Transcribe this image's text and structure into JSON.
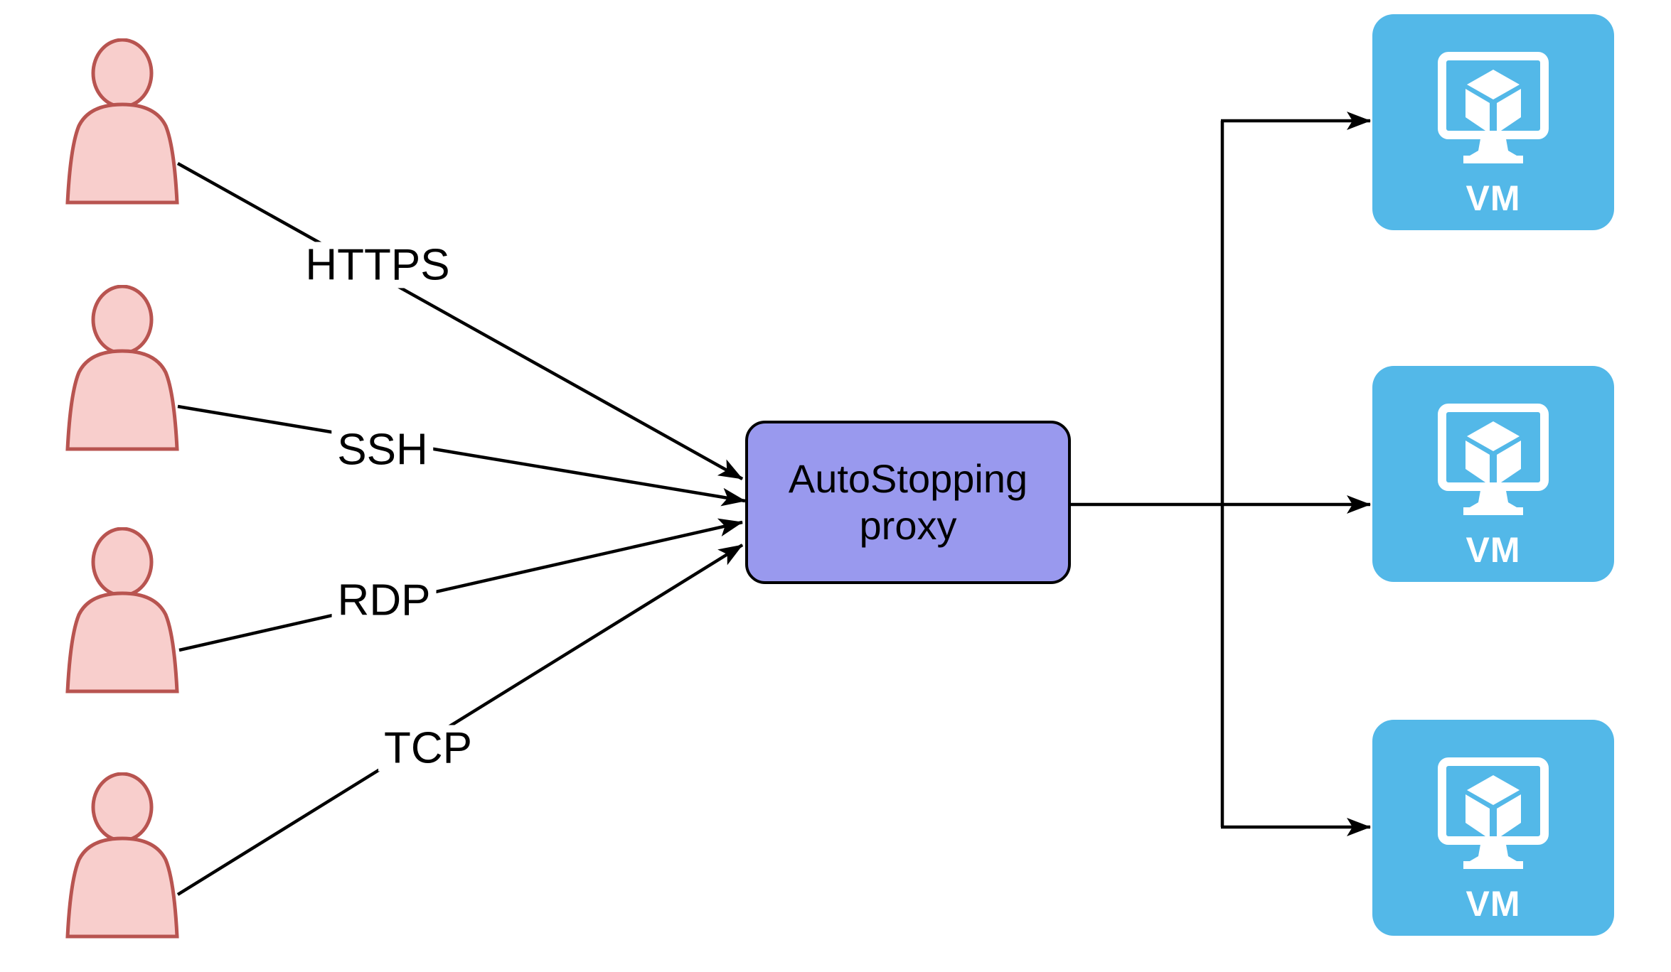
{
  "diagram": {
    "type": "architecture-diagram",
    "proxy": {
      "label": "AutoStopping proxy"
    },
    "edges": [
      {
        "label": "HTTPS"
      },
      {
        "label": "SSH"
      },
      {
        "label": "RDP"
      },
      {
        "label": "TCP"
      }
    ],
    "users": {
      "count": 4
    },
    "vms": [
      {
        "label": "VM"
      },
      {
        "label": "VM"
      },
      {
        "label": "VM"
      }
    ],
    "icons": {
      "user": "person-silhouette-icon",
      "vm": "monitor-with-cube-icon"
    },
    "colors": {
      "user-fill": "#F8CECC",
      "user-stroke": "#B85450",
      "proxy-fill": "#9999EE",
      "proxy-stroke": "#000000",
      "vm-fill": "#53B8E8",
      "vm-glyph": "#FFFFFF",
      "edge": "#000000",
      "label-text": "#000000",
      "canvas-bg": "#FFFFFF"
    }
  }
}
